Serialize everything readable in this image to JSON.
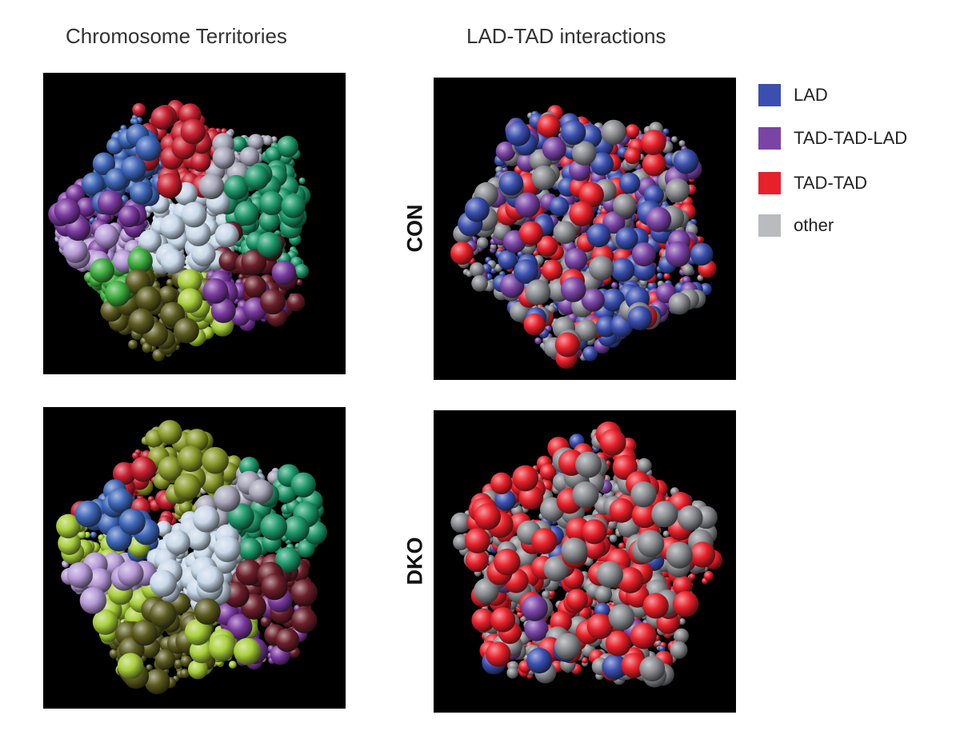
{
  "titles": {
    "left": "Chromosome Territories",
    "right": "LAD-TAD interactions"
  },
  "row_labels": [
    "CON",
    "DKO"
  ],
  "legend": [
    {
      "label": "LAD",
      "color": "#3a4fb0"
    },
    {
      "label": "TAD-TAD-LAD",
      "color": "#7a44a6"
    },
    {
      "label": "TAD-TAD",
      "color": "#e8202a"
    },
    {
      "label": "other",
      "color": "#b9bbbe"
    }
  ],
  "territory_colors": [
    "#5b5a1f",
    "#a9cf3c",
    "#7b3aa0",
    "#c8d8e8",
    "#3e66b8",
    "#1f9a6c",
    "#c8202f",
    "#a8a8ba",
    "#b69ad8",
    "#6a1f2a",
    "#8a9a2a",
    "#3fae3f"
  ],
  "interaction_mix": {
    "CON": {
      "LAD": 0.28,
      "TAD-TAD-LAD": 0.22,
      "TAD-TAD": 0.2,
      "other": 0.3
    },
    "DKO": {
      "LAD": 0.04,
      "TAD-TAD-LAD": 0.01,
      "TAD-TAD": 0.4,
      "other": 0.55
    }
  }
}
